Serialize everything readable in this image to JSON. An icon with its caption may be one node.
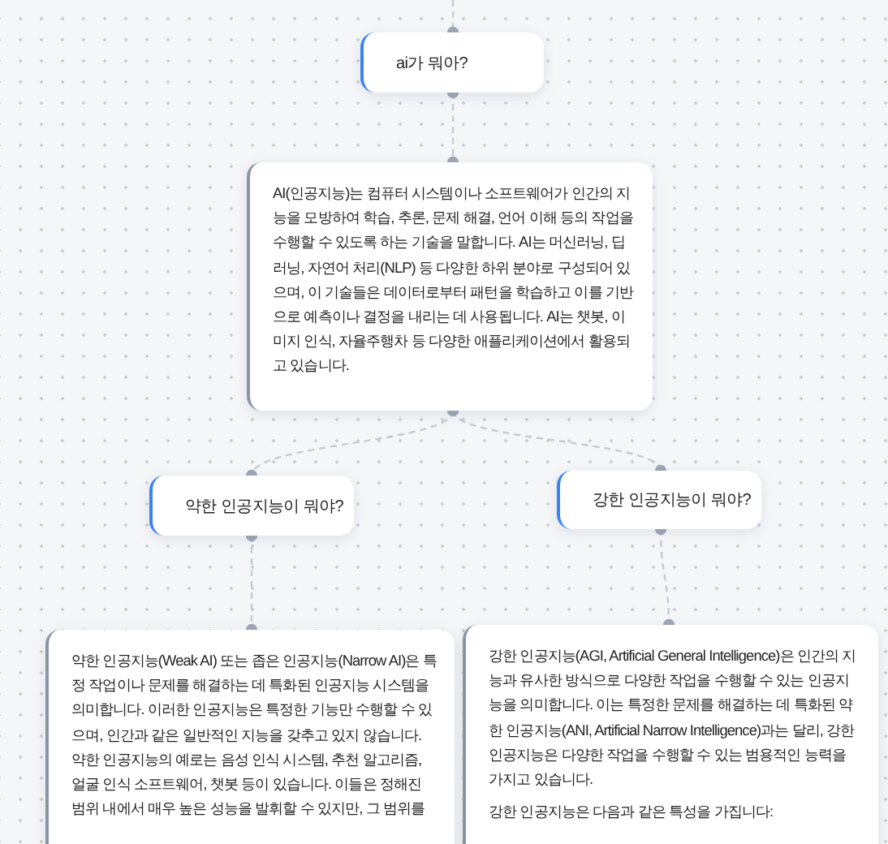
{
  "diagram": {
    "nodes": [
      {
        "text": [
          "ai가 뭐아?"
        ]
      },
      {
        "text": [
          "AI(인공지능)는 컴퓨터 시스템이나 소프트웨어가 인간의 지능을 모방하여 학습, 추론, 문제 해결, 언어 이해 등의 작업을 수행할 수 있도록 하는 기술을 말합니다. AI는 머신러닝, 딥러닝, 자연어 처리(NLP) 등 다양한 하위 분야로 구성되어 있으며, 이 기술들은 데이터로부터 패턴을 학습하고 이를 기반으로 예측이나 결정을 내리는 데 사용됩니다. AI는 챗봇, 이미지 인식, 자율주행차 등 다양한 애플리케이션에서 활용되고 있습니다."
        ]
      },
      {
        "text": [
          "약한 인공지능이 뭐야?"
        ]
      },
      {
        "text": [
          "강한 인공지능이 뭐야?"
        ]
      },
      {
        "text": [
          "약한 인공지능(Weak AI) 또는 좁은 인공지능(Narrow AI)은 특정 작업이나 문제를 해결하는 데 특화된 인공지능 시스템을 의미합니다. 이러한 인공지능은 특정한 기능만 수행할 수 있으며, 인간과 같은 일반적인 지능을 갖추고 있지 않습니다. 약한 인공지능의 예로는 음성 인식 시스템, 추천 알고리즘, 얼굴 인식 소프트웨어, 챗봇 등이 있습니다. 이들은 정해진 범위 내에서 매우 높은 성능을 발휘할 수 있지만, 그 범위를"
        ]
      },
      {
        "text": [
          "강한 인공지능(AGI, Artificial General Intelligence)은 인간의 지능과 유사한 방식으로 다양한 작업을 수행할 수 있는 인공지능을 의미합니다. 이는 특정한 문제를 해결하는 데 특화된 약한 인공지능(ANI, Artificial Narrow Intelligence)과는 달리, 강한 인공지능은 다양한 작업을 수행할 수 있는 범용적인 능력을 가지고 있습니다.",
          "강한 인공지능은 다음과 같은 특성을 가집니다:"
        ]
      }
    ],
    "edges": [
      {
        "from": null,
        "to": 0,
        "arrow": "none"
      },
      {
        "from": 0,
        "to": 1,
        "arrow": "none"
      },
      {
        "from": 1,
        "to": 2,
        "arrow": "none"
      },
      {
        "from": 1,
        "to": 3,
        "arrow": "none"
      },
      {
        "from": 2,
        "to": 4,
        "arrow": "none"
      },
      {
        "from": 3,
        "to": 5,
        "arrow": "none"
      }
    ]
  }
}
